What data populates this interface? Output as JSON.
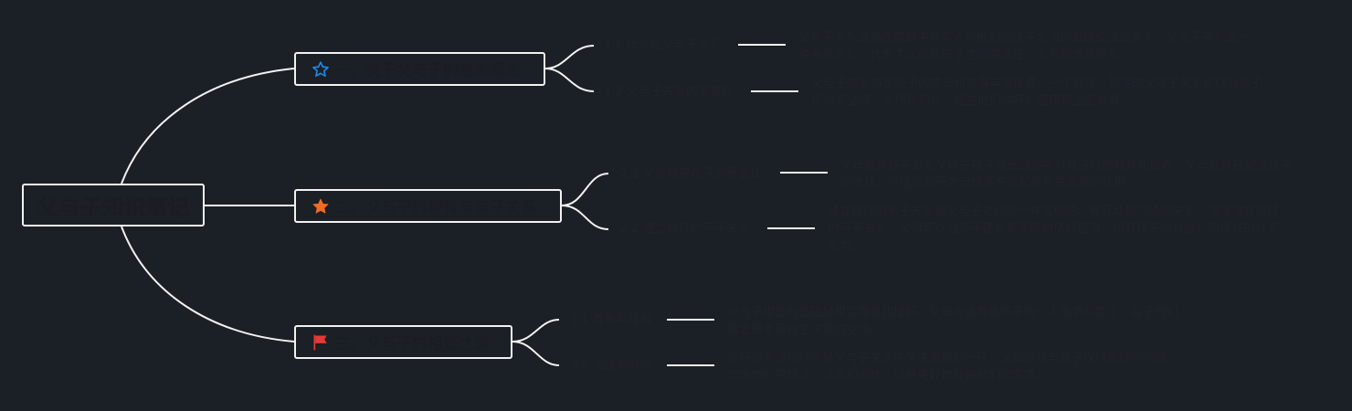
{
  "root": {
    "title": "父与子知识笔记"
  },
  "icons": {
    "topic1": "star-outline-icon",
    "topic2": "star-filled-icon",
    "topic3": "red-flag-icon"
  },
  "colors": {
    "background": "#1b1f26",
    "lines": "#f2f2f2",
    "star_outline": "#1e88e5",
    "star_filled": "#f26b22",
    "flag": "#e53935"
  },
  "topics": [
    {
      "label": "一、关于父与子的基本概念",
      "children": [
        {
          "label": "1.1 什么是父与子关系",
          "detail": "父与子关系是指在家庭中成年人与他们的孩子之间的血缘或法定关系。父与子关系是一种亲属关系，代表了父母与孩子之间的责任、义务和情感联系。"
        },
        {
          "label": "1.2 父与子关系的重要性",
          "detail": "父与子关系对于孩子的成长和发展非常重要。一个健康、稳定的父与子关系可以为孩子提供安全感、支持和指导，促进他们的身心健康和全面发展。"
        }
      ]
    },
    {
      "label": "二、父与子的教育与亲子关系",
      "children": [
        {
          "label": "2.1 父母教育孩子的重要性",
          "detail": "父母教育孩子是指父母在孩子成长过程中对其进行的教育和培养。父母教育在塑造孩子的性格、价值观和行为习惯等方面起着至关重要的作用。"
        },
        {
          "label": "2.2 建立良好的亲子关系",
          "detail": "建立良好的亲子关系是父与子之间的一种密切的、有互动和沟通的关系。通过建立良好的亲子关系，父母可以与孩子建立更深厚的情感纽带，培养孩子的自信心和良好的社交能力。"
        }
      ]
    },
    {
      "label": "三、父与子的相处之道",
      "children": [
        {
          "label": "3.1 尊重与理解",
          "detail": "父与子相处的基础是相互尊重和理解。父母应该尊重孩子的个人需求和意见，给予他们独立思考和自主决策的空间。"
        },
        {
          "label": "3.2 沟通与倾听",
          "detail": "良好的沟通和倾听是父与子关系中至关重要的一环。父母应当与孩子保持良好的沟通，倾听他们的想法、感受和困扰，以便更好地理解他们的需求。"
        }
      ]
    }
  ]
}
